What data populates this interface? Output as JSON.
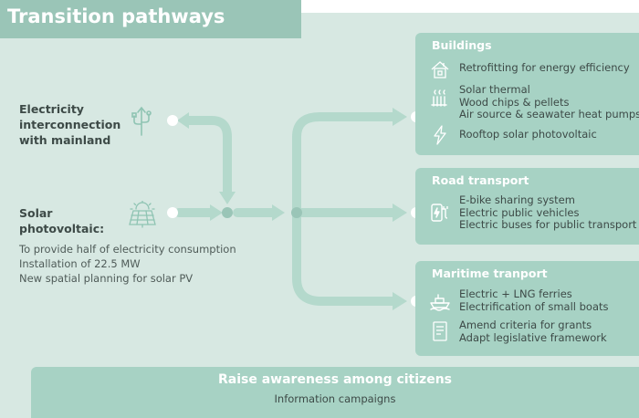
{
  "title": "Transition pathways",
  "sources": {
    "electricity": {
      "label_lines": [
        "Electricity",
        "interconnection",
        "with mainland"
      ],
      "icon": "plug-icon"
    },
    "solar": {
      "label_lines": [
        "Solar",
        "photovoltaic:"
      ],
      "icon": "solar-panel-icon",
      "details": [
        "To provide half of electricity consumption",
        "Installation of  22.5 MW",
        "New spatial planning for solar PV"
      ]
    }
  },
  "boxes": [
    {
      "title": "Buildings",
      "items": [
        {
          "icon": "house-icon",
          "lines": [
            "Retrofitting for energy efficiency"
          ]
        },
        {
          "icon": "radiator-icon",
          "lines": [
            "Solar thermal",
            "Wood chips & pellets",
            "Air source & seawater heat pumps"
          ]
        },
        {
          "icon": "lightning-icon",
          "lines": [
            "Rooftop solar photovoltaic"
          ]
        }
      ]
    },
    {
      "title": "Road transport",
      "items": [
        {
          "icon": "ev-charger-icon",
          "lines": [
            "E-bike sharing system",
            "Electric public vehicles",
            "Electric buses for public transport"
          ]
        }
      ]
    },
    {
      "title": "Maritime tranport",
      "items": [
        {
          "icon": "ferry-icon",
          "lines": [
            "Electric + LNG ferries",
            "Electrification of small boats"
          ]
        },
        {
          "icon": "document-icon",
          "lines": [
            "Amend criteria for grants",
            "Adapt legislative framework"
          ]
        }
      ]
    }
  ],
  "awareness": {
    "title": "Raise awareness among citizens",
    "subtitle": "Information campaigns"
  },
  "colors": {
    "background": "#d7e8e2",
    "box": "#a7d2c4",
    "title_bar": "#9ac5b7",
    "arrow": "#b4d9cc",
    "text": "#3d4a47"
  }
}
